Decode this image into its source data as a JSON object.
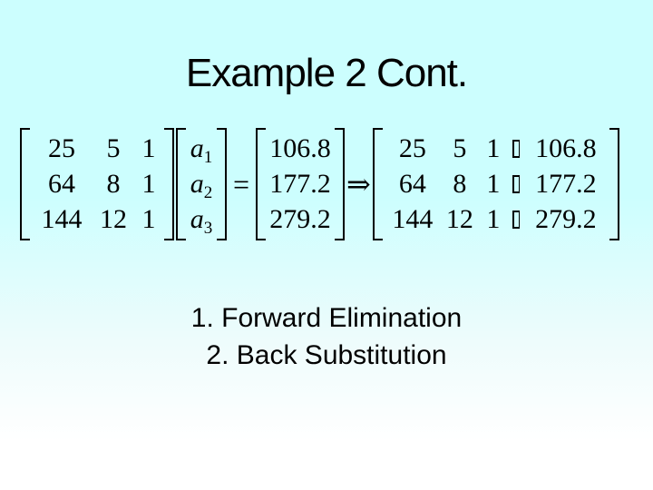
{
  "slide": {
    "title": "Example 2 Cont.",
    "steps": [
      "1. Forward Elimination",
      "2. Back Substitution"
    ],
    "colors": {
      "background_top": "#ccfefe",
      "background_bottom": "#ffffff",
      "text": "#000000"
    }
  },
  "equation": {
    "coefficient_matrix": [
      [
        "25",
        "5",
        "1"
      ],
      [
        "64",
        "8",
        "1"
      ],
      [
        "144",
        "12",
        "1"
      ]
    ],
    "unknown_vector": [
      {
        "base": "a",
        "sub": "1"
      },
      {
        "base": "a",
        "sub": "2"
      },
      {
        "base": "a",
        "sub": "3"
      }
    ],
    "equals_sign": "=",
    "rhs_vector": [
      "106.8",
      "177.2",
      "279.2"
    ],
    "implies_arrow": "⇒",
    "augmented_matrix": [
      [
        "25",
        "5",
        "1",
        "106.8"
      ],
      [
        "64",
        "8",
        "1",
        "177.2"
      ],
      [
        "144",
        "12",
        "1",
        "279.2"
      ]
    ],
    "separator_icon": "missing-glyph-box"
  }
}
